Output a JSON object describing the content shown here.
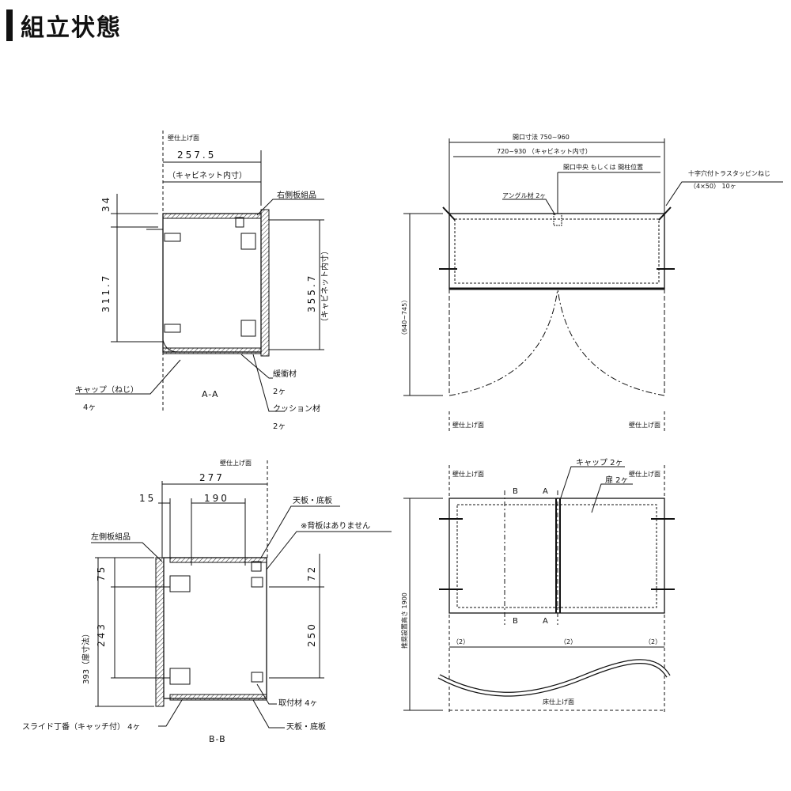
{
  "page": {
    "title": "組立状態"
  },
  "view_aa": {
    "wall_finish": "壁仕上げ面",
    "depth": "257.5",
    "cabinet_inner": "（キャビネット内寸）",
    "dim_top": "34",
    "dim_hinge": "311.7",
    "dim_inner_height": "355.7",
    "dim_inner_height_note": "（キャビネット内寸）",
    "right_side_panel": "右側板組品",
    "buffer": "緩衝材",
    "buffer_qty": "2ヶ",
    "cushion": "クッション材",
    "cushion_qty": "2ヶ",
    "cap_screw": "キャップ（ねじ）",
    "cap_qty": "4ヶ",
    "section": "A-A"
  },
  "view_top": {
    "opening": "開口寸法 750~960",
    "inner": "720~930 （キャビネット内寸）",
    "center": "開口中央 もしくは 間柱位置",
    "angle": "アングル材 2ヶ",
    "screw": "十字穴付トラスタッピンねじ",
    "screw_qty": "（4×50） 10ヶ",
    "depth": "（640~745）",
    "wall_left": "壁仕上げ面",
    "wall_right": "壁仕上げ面"
  },
  "view_bb": {
    "wall_finish": "壁仕上げ面",
    "width": "277",
    "dim_15": "15",
    "dim_190": "190",
    "top_bottom": "天板・底板",
    "no_back": "※背板はありません",
    "left_side_panel": "左側板組品",
    "dim_75": "75",
    "dim_72": "72",
    "dim_243": "243",
    "dim_250": "250",
    "dim_393": "393（扉寸法）",
    "mount": "取付材 4ヶ",
    "hinge": "スライド丁番（キャッチ付） 4ヶ",
    "top_bottom2": "天板・底板",
    "section": "B-B"
  },
  "view_front": {
    "wall_left": "壁仕上げ面",
    "wall_right": "壁仕上げ面",
    "cap": "キャップ 2ヶ",
    "door": "扉 2ヶ",
    "b": "B",
    "a": "A",
    "height": "推奨設置高さ 1900",
    "gap": "（2）",
    "floor": "床仕上げ面"
  }
}
